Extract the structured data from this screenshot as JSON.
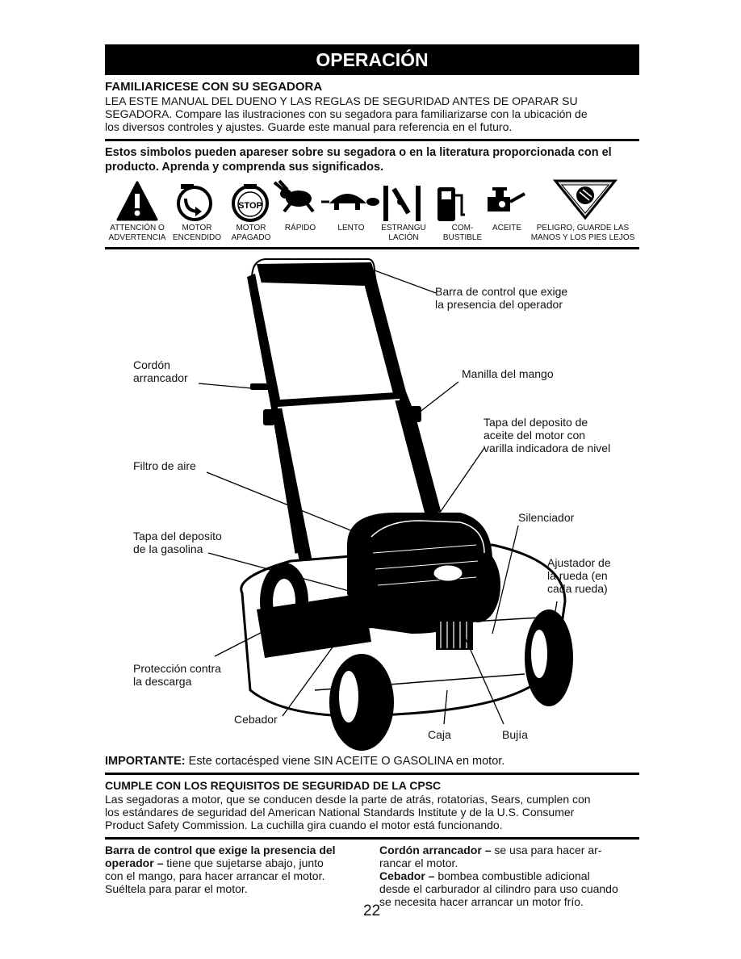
{
  "header": {
    "title": "OPERACIÓN"
  },
  "intro": {
    "heading": "FAMILIARICESE CON SU SEGADORA",
    "lines": [
      "LEA ESTE MANUAL DEL DUENO Y LAS REGLAS DE SEGURIDAD ANTES DE OPARAR SU",
      "SEGADORA.   Compare las ilustraciones con su segadora para familiarizarse con la ubicación de",
      "los diversos controles y ajustes.  Guarde este manual para referencia en el futuro."
    ]
  },
  "symbols": {
    "heading_lines": [
      "Estos simbolos pueden apareser sobre su segadora o en la literatura proporcionada con el",
      "producto.  Aprenda y comprenda sus significados."
    ],
    "items": [
      {
        "icon": "warning-icon",
        "label1": "ATTENCIÓN O",
        "label2": "ADVERTENCIA"
      },
      {
        "icon": "engine-on-icon",
        "label1": "MOTOR",
        "label2": "ENCENDIDO"
      },
      {
        "icon": "engine-stop-icon",
        "label1": "MOTOR",
        "label2": "APAGADO",
        "glyph": "STOP"
      },
      {
        "icon": "rabbit-fast-icon",
        "label1": "RÁPIDO",
        "label2": ""
      },
      {
        "icon": "turtle-slow-icon",
        "label1": "LENTO",
        "label2": ""
      },
      {
        "icon": "choke-icon",
        "label1": "ESTRANGU",
        "label2": "LACIÓN"
      },
      {
        "icon": "fuel-icon",
        "label1": "COM-",
        "label2": "BUSTIBLE"
      },
      {
        "icon": "oil-can-icon",
        "label1": "ACEITE",
        "label2": ""
      },
      {
        "icon": "hand-blade-danger-icon",
        "label1": "PELIGRO, GUARDE LAS",
        "label2": "MANOS Y LOS PIES LEJOS"
      }
    ]
  },
  "diagram": {
    "labels": {
      "control_bar": [
        "Barra de control que exige",
        "la presencia del operador"
      ],
      "starter_cord": [
        "Cordón",
        "arrancador"
      ],
      "handle_knob": [
        "Manilla del mango"
      ],
      "oil_cap": [
        "Tapa del deposito de",
        "aceite del motor con",
        "varilla indicadora de nivel"
      ],
      "air_filter": [
        "Filtro de aire"
      ],
      "muffler": [
        "Silenciador"
      ],
      "gas_cap": [
        "Tapa del deposito",
        "de la gasolina"
      ],
      "wheel_adjuster": [
        "Ajustador de",
        "la rueda (en",
        "cada rueda)"
      ],
      "discharge_guard": [
        "Protección contra",
        "la descarga"
      ],
      "primer": [
        "Cebador"
      ],
      "housing": [
        "Caja"
      ],
      "spark_plug": [
        "Bujía"
      ]
    }
  },
  "important": {
    "bold": "IMPORTANTE:",
    "text": " Este cortacésped viene SIN ACEITE O GASOLINA en motor."
  },
  "cpsc": {
    "heading": "CUMPLE CON LOS REQUISITOS DE SEGURIDAD DE LA CPSC",
    "lines": [
      "Las segadoras a motor, que se conducen desde la parte de atrás, rotatorias, Sears, cumplen con",
      "los estándares de seguridad del American National Standards Institute y de la U.S. Consumer",
      "Product Safety Commission.  La cuchilla gira cuando el motor está funcionando."
    ]
  },
  "definitions": {
    "left": {
      "bold1": "Barra de control que exige la presencia del",
      "bold2": "operador –",
      "rest2": " tiene que sujetarse abajo, junto",
      "line3": "con el mango, para hacer arrancar el motor.",
      "line4": "Suéltela para parar el motor."
    },
    "right": {
      "bold1": "Cordón arrancador –",
      "rest1": " se usa para hacer ar-",
      "line2": "rancar el motor.",
      "bold3": "Cebador –",
      "rest3": " bombea combustible adicional",
      "line4": "desde el carburador al cilindro para uso cuando",
      "line5": "se necesita hacer arrancar un motor frío."
    }
  },
  "page_number": "22"
}
